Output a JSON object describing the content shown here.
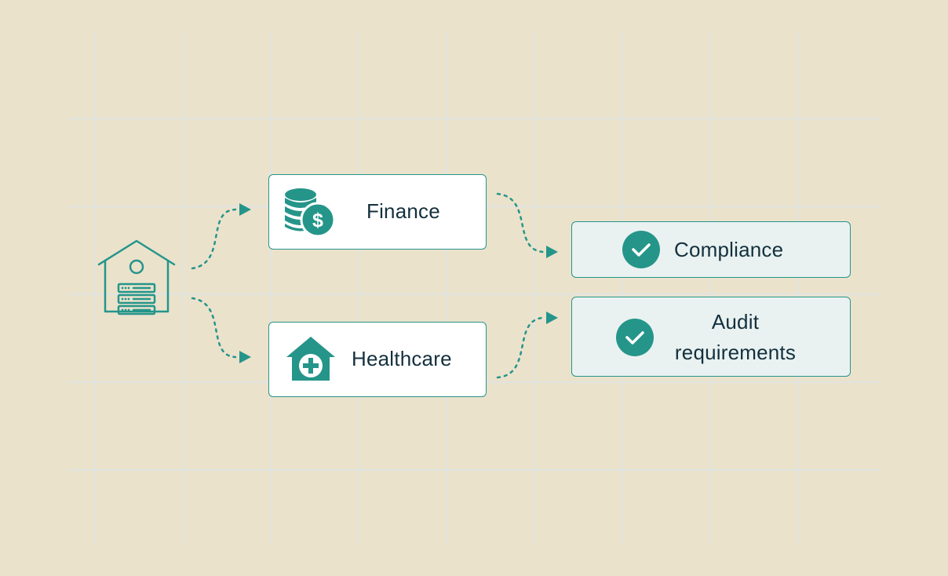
{
  "diagram": {
    "source": {
      "icon": "data-warehouse-icon"
    },
    "sectors": [
      {
        "label": "Finance",
        "icon": "coins-dollar-icon"
      },
      {
        "label": "Healthcare",
        "icon": "hospital-cross-icon"
      }
    ],
    "outcomes": [
      {
        "label": "Compliance",
        "icon": "check-circle-icon"
      },
      {
        "label": "Audit requirements",
        "icon": "check-circle-icon"
      }
    ]
  },
  "colors": {
    "accent": "#25958a",
    "outer_background": "#ebe2cc",
    "canvas_background": "#f1f5f6",
    "text": "#14303d"
  }
}
